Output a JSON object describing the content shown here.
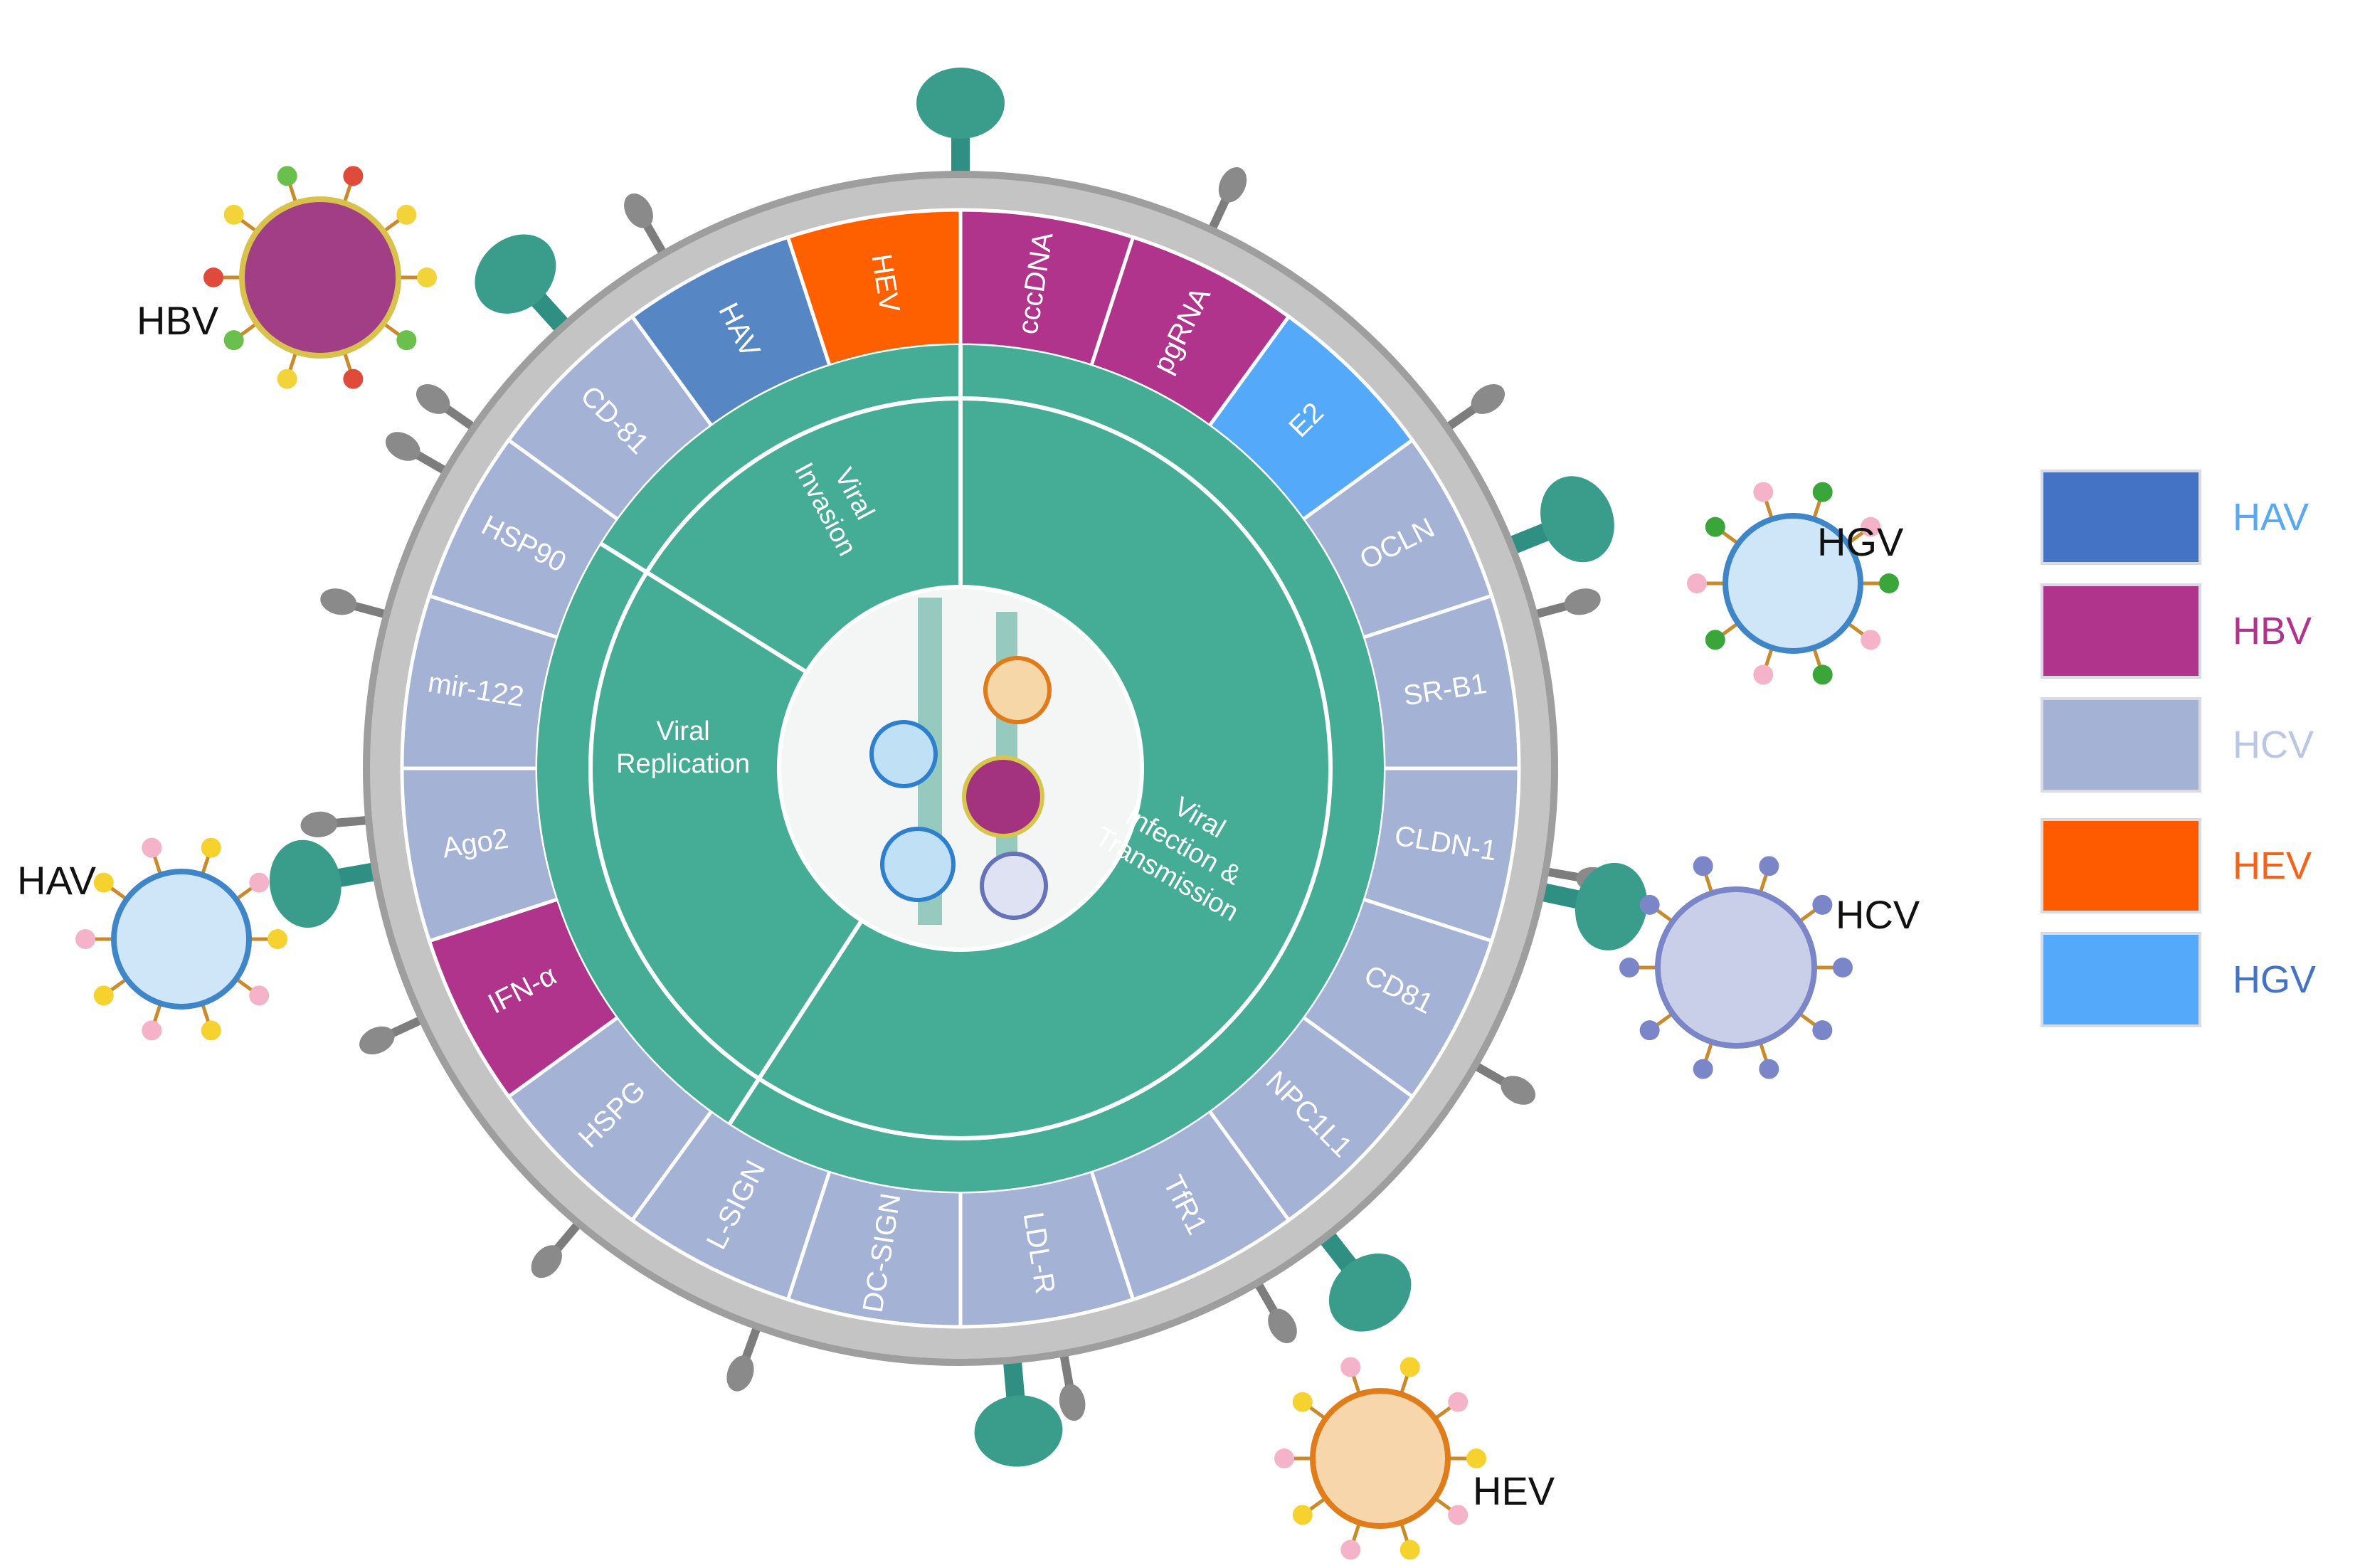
{
  "diagram": {
    "center_labels": {
      "invasion": [
        "Viral",
        "Invasion"
      ],
      "replication": [
        "Viral",
        "Replication"
      ],
      "transmission": [
        "Viral",
        "Infection &",
        "Transmission"
      ]
    },
    "ring_segments": [
      {
        "label": "HAV",
        "virus": "HAV"
      },
      {
        "label": "HEV",
        "virus": "HEV"
      },
      {
        "label": "cccDNA",
        "virus": "HBV"
      },
      {
        "label": "pgRNA",
        "virus": "HBV"
      },
      {
        "label": "E2",
        "virus": "HGV"
      },
      {
        "label": "OCLN",
        "virus": "HCV"
      },
      {
        "label": "SR-B1",
        "virus": "HCV"
      },
      {
        "label": "CLDN-1",
        "virus": "HCV"
      },
      {
        "label": "CD81",
        "virus": "HCV"
      },
      {
        "label": "NPC1L1",
        "virus": "HCV"
      },
      {
        "label": "TfR1",
        "virus": "HCV"
      },
      {
        "label": "LDL-R",
        "virus": "HCV"
      },
      {
        "label": "DC-SIGN",
        "virus": "HCV"
      },
      {
        "label": "L-SIGN",
        "virus": "HCV"
      },
      {
        "label": "HSPG",
        "virus": "HCV"
      },
      {
        "label": "IFN-α",
        "virus": "HBV"
      },
      {
        "label": "Ago2",
        "virus": "HCV"
      },
      {
        "label": "mir-122",
        "virus": "HCV"
      },
      {
        "label": "HSP90",
        "virus": "HCV"
      },
      {
        "label": "CD-81",
        "virus": "HCV"
      }
    ],
    "virus_labels": {
      "hbv": "HBV",
      "hgv": "HGV",
      "hav": "HAV",
      "hcv": "HCV",
      "hev": "HEV"
    }
  },
  "legend": [
    {
      "label": "HAV",
      "swatch": "#4472c4",
      "text_color": "#5aa9ee"
    },
    {
      "label": "HBV",
      "swatch": "#b0338c",
      "text_color": "#b0338c"
    },
    {
      "label": "HCV",
      "swatch": "#a4b2d6",
      "text_color": "#b9c6e4"
    },
    {
      "label": "HEV",
      "swatch": "#fe5b00",
      "text_color": "#f5621a"
    },
    {
      "label": "HGV",
      "swatch": "#55a9fb",
      "text_color": "#4472c4"
    }
  ],
  "colors": {
    "HAV": "#5686c3",
    "HEV": "#fe6000",
    "HBV": "#b0338c",
    "HGV": "#55a9fb",
    "HCV": "#a4b2d6",
    "teal": "#45ad96",
    "membrane": "#c4c4c4"
  },
  "icons": [
    "receptor-icon",
    "hbv-particle-icon",
    "hav-particle-icon",
    "hgv-particle-icon",
    "hcv-particle-icon",
    "hev-particle-icon",
    "cell-interior-icon"
  ]
}
